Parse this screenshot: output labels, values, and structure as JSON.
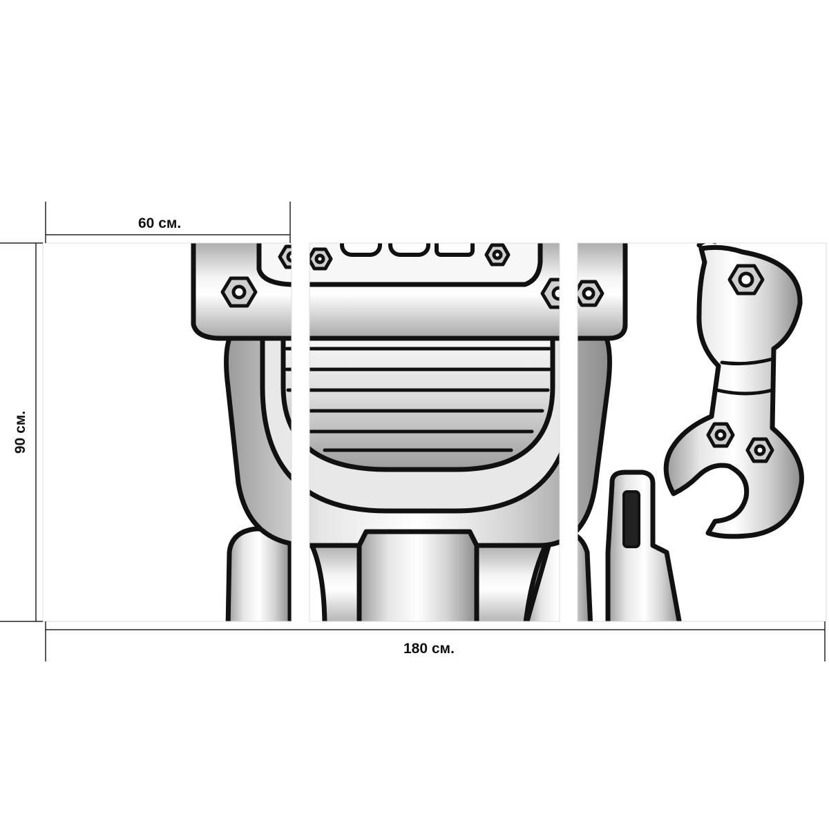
{
  "dimensions": {
    "panel_width_label": "60 см.",
    "total_width_label": "180 см.",
    "height_label": "90 см."
  },
  "layout": {
    "panel_count": 3
  },
  "artwork": {
    "subject": "robot",
    "icons": [
      "robot-head-icon",
      "hex-bolt-icon",
      "claw-arm-icon"
    ],
    "colors": {
      "outline": "#111111",
      "metal_light": "#f2f2f2",
      "metal_mid": "#c4c4c4",
      "metal_dark": "#8a8a8a",
      "gap": "#ffffff"
    }
  }
}
